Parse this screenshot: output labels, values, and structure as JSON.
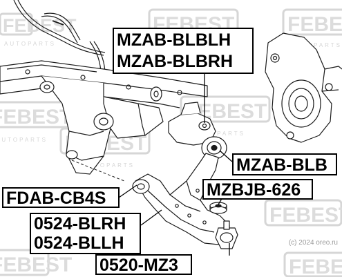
{
  "watermark": {
    "brand": "FEBEST",
    "tagline": "AUTOPARTS",
    "credit": "(c) 2024 oreo.ru"
  },
  "labels": {
    "upper_block": [
      "MZAB-BLBLH",
      "MZAB-BLBRH"
    ],
    "mzab_blb": "MZAB-BLB",
    "mzbjb": "MZBJB-626",
    "fdab": "FDAB-CB4S",
    "lower_block": [
      "0524-BLRH",
      "0524-BLLH"
    ],
    "ball_joint": "0520-MZ3"
  },
  "colors": {
    "line": "#1a1a1a",
    "watermark": "#c8c8c8",
    "label_border": "#000000"
  }
}
